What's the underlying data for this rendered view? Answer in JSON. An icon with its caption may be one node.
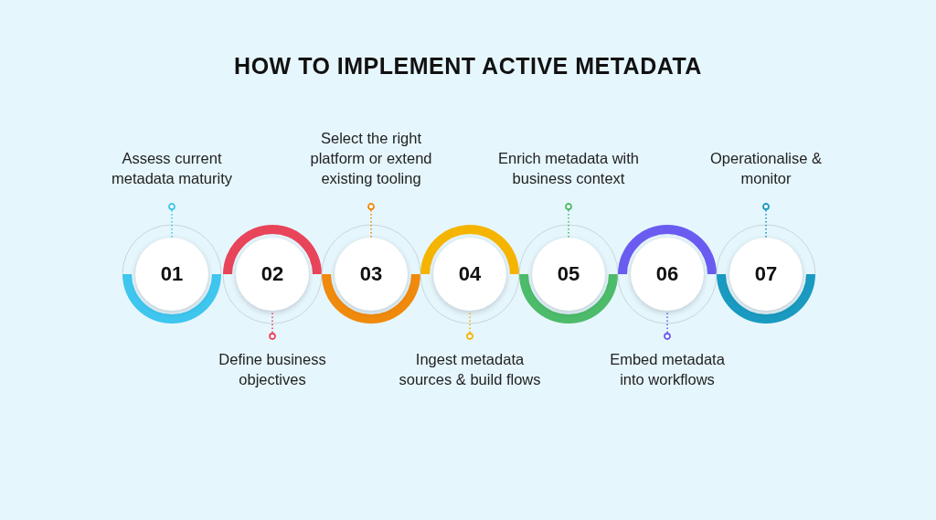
{
  "diagram": {
    "title": "HOW TO IMPLEMENT ACTIVE METADATA",
    "nodes": [
      {
        "text": [
          "01"
        ]
      },
      {
        "text": [
          "02"
        ]
      },
      {
        "text": [
          "03"
        ]
      },
      {
        "text": [
          "04"
        ]
      },
      {
        "text": [
          "05"
        ]
      },
      {
        "text": [
          "06"
        ]
      },
      {
        "text": [
          "07"
        ]
      },
      {
        "text": [
          "Assess current metadata maturity"
        ]
      },
      {
        "text": [
          "Define business objectives"
        ]
      },
      {
        "text": [
          "Select the right platform or extend existing tooling"
        ]
      },
      {
        "text": [
          "Ingest metadata sources & build flows"
        ]
      },
      {
        "text": [
          "Enrich metadata with business context"
        ]
      },
      {
        "text": [
          "Embed metadata into workflows"
        ]
      },
      {
        "text": [
          "Operationalise & monitor"
        ]
      }
    ],
    "edges": [
      {
        "from": 7,
        "to": 0,
        "arrow": "other",
        "style": "dashed",
        "color": "#3ec6ee"
      },
      {
        "from": 8,
        "to": 1,
        "arrow": "other",
        "style": "dashed",
        "color": "#e8445a"
      },
      {
        "from": 9,
        "to": 2,
        "arrow": "other",
        "style": "dashed",
        "color": "#f08a0c"
      },
      {
        "from": 10,
        "to": 3,
        "arrow": "other",
        "style": "dashed",
        "color": "#f5b400"
      },
      {
        "from": 11,
        "to": 4,
        "arrow": "other",
        "style": "dashed",
        "color": "#4cbb6a"
      },
      {
        "from": 12,
        "to": 5,
        "arrow": "other",
        "style": "dashed",
        "color": "#6a5cf0"
      },
      {
        "from": 13,
        "to": 6,
        "arrow": "other",
        "style": "dashed",
        "color": "#1a9ac0"
      }
    ]
  }
}
